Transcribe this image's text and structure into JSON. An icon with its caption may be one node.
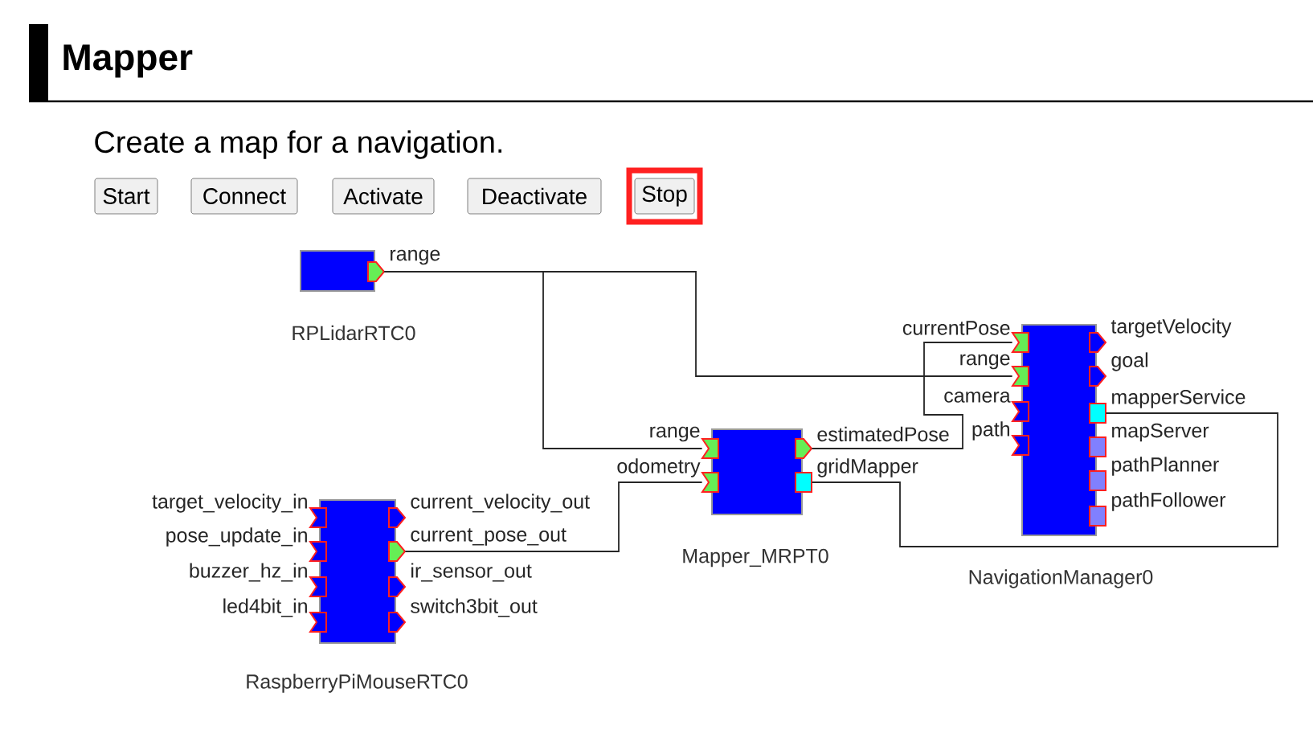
{
  "diagram": {
    "title": "Mapper",
    "nodes": [
      {
        "text": [
          "Start"
        ]
      },
      {
        "text": [
          "Connect"
        ]
      },
      {
        "text": [
          "Activate"
        ]
      },
      {
        "text": [
          "Deactivate"
        ]
      },
      {
        "text": [
          "Stop"
        ]
      },
      {
        "text": [
          "RPLidarRTC0"
        ]
      },
      {
        "text": [
          "range"
        ]
      },
      {
        "text": [
          "Mapper_MRPT0"
        ]
      },
      {
        "text": [
          "range"
        ]
      },
      {
        "text": [
          "odometry"
        ]
      },
      {
        "text": [
          "estimatedPose"
        ]
      },
      {
        "text": [
          "gridMapper"
        ]
      },
      {
        "text": [
          "NavigationManager0"
        ]
      },
      {
        "text": [
          "currentPose"
        ]
      },
      {
        "text": [
          "range"
        ]
      },
      {
        "text": [
          "camera"
        ]
      },
      {
        "text": [
          "path"
        ]
      },
      {
        "text": [
          "targetVelocity"
        ]
      },
      {
        "text": [
          "goal"
        ]
      },
      {
        "text": [
          "mapperService"
        ]
      },
      {
        "text": [
          "mapServer"
        ]
      },
      {
        "text": [
          "pathPlanner"
        ]
      },
      {
        "text": [
          "pathFollower"
        ]
      },
      {
        "text": [
          "RaspberryPiMouseRTC0"
        ]
      },
      {
        "text": [
          "target_velocity_in"
        ]
      },
      {
        "text": [
          "pose_update_in"
        ]
      },
      {
        "text": [
          "buzzer_hz_in"
        ]
      },
      {
        "text": [
          "led4bit_in"
        ]
      },
      {
        "text": [
          "current_velocity_out"
        ]
      },
      {
        "text": [
          "current_pose_out"
        ]
      },
      {
        "text": [
          "ir_sensor_out"
        ]
      },
      {
        "text": [
          "switch3bit_out"
        ]
      }
    ],
    "edges": [
      {
        "from": 6,
        "to": 8,
        "arrow": "none"
      },
      {
        "from": 6,
        "to": 14,
        "arrow": "none"
      },
      {
        "from": 29,
        "to": 9,
        "arrow": "none"
      },
      {
        "from": 10,
        "to": 13,
        "arrow": "none"
      },
      {
        "from": 11,
        "to": 19,
        "arrow": "none"
      }
    ],
    "labels": [
      "Create a map for a navigation."
    ]
  }
}
